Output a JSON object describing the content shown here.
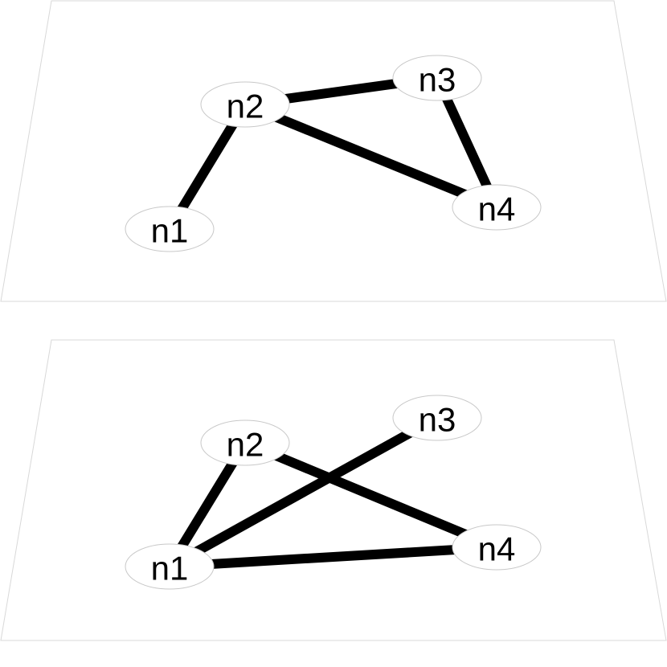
{
  "layers": [
    {
      "nodes": [
        {
          "id": "n1",
          "label": "n1"
        },
        {
          "id": "n2",
          "label": "n2"
        },
        {
          "id": "n3",
          "label": "n3"
        },
        {
          "id": "n4",
          "label": "n4"
        }
      ],
      "edges": [
        {
          "from": "n1",
          "to": "n2"
        },
        {
          "from": "n2",
          "to": "n3"
        },
        {
          "from": "n2",
          "to": "n4"
        },
        {
          "from": "n3",
          "to": "n4"
        }
      ]
    },
    {
      "nodes": [
        {
          "id": "n1",
          "label": "n1"
        },
        {
          "id": "n2",
          "label": "n2"
        },
        {
          "id": "n3",
          "label": "n3"
        },
        {
          "id": "n4",
          "label": "n4"
        }
      ],
      "edges": [
        {
          "from": "n1",
          "to": "n2"
        },
        {
          "from": "n1",
          "to": "n3"
        },
        {
          "from": "n1",
          "to": "n4"
        },
        {
          "from": "n2",
          "to": "n4"
        }
      ]
    }
  ],
  "colors": {
    "edge": "#000000",
    "node_fill": "#ffffff",
    "node_stroke": "#c8c8c8",
    "plane_stroke": "#d8d8d8"
  }
}
